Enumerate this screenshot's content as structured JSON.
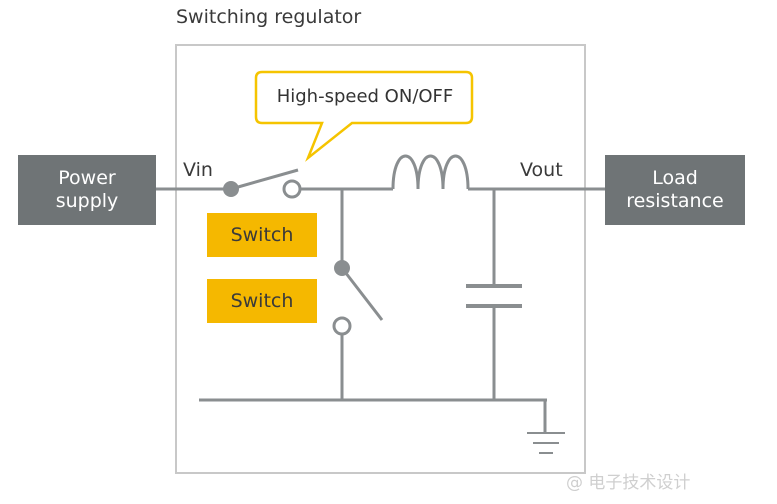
{
  "title": "Switching regulator",
  "callout": "High-speed ON/OFF",
  "power_supply": {
    "line1": "Power",
    "line2": "supply"
  },
  "load": {
    "line1": "Load",
    "line2": "resistance"
  },
  "vin": "Vin",
  "vout": "Vout",
  "switch_labels": [
    "Switch",
    "Switch"
  ],
  "watermark": "@ 电子技术设计",
  "colors": {
    "wire": "#8a8e90",
    "block": "#6f7476",
    "accent": "#f5b800",
    "frame": "#c8c8c8"
  }
}
